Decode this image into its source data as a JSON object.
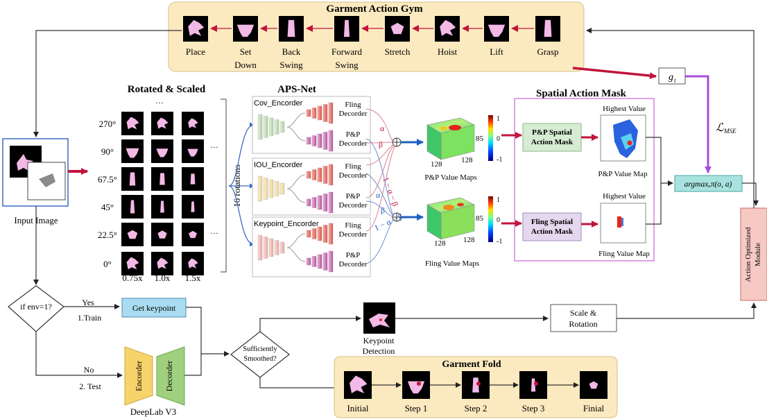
{
  "gym": {
    "title": "Garment  Action Gym",
    "actions": [
      {
        "label": "Place"
      },
      {
        "label": "Set",
        "label2": "Down"
      },
      {
        "label": "Back",
        "label2": "Swing"
      },
      {
        "label": "Forward",
        "label2": "Swing"
      },
      {
        "label": "Stretch"
      },
      {
        "label": "Hoist"
      },
      {
        "label": "Lift"
      },
      {
        "label": "Grasp"
      }
    ]
  },
  "rotated": {
    "title": "Rotated & Scaled",
    "ellipsis": "…",
    "angles": [
      "270°",
      "90°",
      "67.5°",
      "45°",
      "22.5°",
      "0°"
    ],
    "scales": [
      "0.75x",
      "1.0x",
      "1.5x"
    ],
    "rotations_label": "16 rotations",
    "row_dots": "···"
  },
  "input": {
    "label": "Input Image"
  },
  "apsnet": {
    "title": "APS-Net",
    "encoders": [
      "Cov_Encorder",
      "IOU_Encorder",
      "Keypoint_Encorder"
    ],
    "fling_decoder": "Fling",
    "fling_decoder2": "Decorder",
    "pp_decoder": "P&P",
    "pp_decoder2": "Decorder",
    "alpha": "α",
    "beta": "β",
    "one_minus_alpha_beta": "1 − α − β"
  },
  "maps": {
    "pp_label": "P&P Value Maps",
    "fling_label": "Fling Value Maps",
    "dim": "128",
    "depth": "85",
    "scale_max": "1",
    "scale_mid": "0",
    "scale_min": "-1"
  },
  "sam": {
    "title": "Spatial Action Mask",
    "pp_mask": "P&P Spatial",
    "pp_mask2": "Action Mask",
    "fling_mask": "Fling Spatial",
    "fling_mask2": "Action Mask",
    "highest": "Highest Value",
    "pp_value_map": "P&P Value Map",
    "fling_value_map": "Fling Value Map"
  },
  "loss": {
    "gt": "g",
    "gt_sub": "t",
    "lmse": "ℒ",
    "lmse_sub": "MSE"
  },
  "argmax": {
    "text": "argmaxₐπ(o, a)"
  },
  "aom": {
    "label": "Action Optimized",
    "label2": "Module"
  },
  "flow": {
    "decision": "if env=1?",
    "yes": "Yes",
    "train": "1.Train",
    "no": "No",
    "test": "2. Test",
    "get_keypoint": "Get keypoint",
    "encoder": "Encorder",
    "decoder": "Decorder",
    "deeplab": "DeepLab V3",
    "smoothed1": "Sufficiently",
    "smoothed2": "Smoothed?",
    "keypoint_det1": "Keypoint",
    "keypoint_det2": "Detection",
    "scale_rot1": "Scale &",
    "scale_rot2": "Rotation"
  },
  "fold": {
    "title": "Garment  Fold",
    "steps": [
      "Initial",
      "Step 1",
      "Step 2",
      "Step 3",
      "Finial"
    ]
  },
  "colors": {
    "panel_bg": "#fbe9bf",
    "red_arrow": "#c0143c",
    "blue_arrow": "#1f5fbf",
    "purple": "#a64dd9",
    "pp_mask_bg": "#d6ecd2",
    "fling_mask_bg": "#e4d7ee",
    "get_keypoint_bg": "#a9dcf0",
    "argmax_bg": "#a9e3e0",
    "aom_bg": "#f6c9c4",
    "garment": "#f2b8e6"
  }
}
